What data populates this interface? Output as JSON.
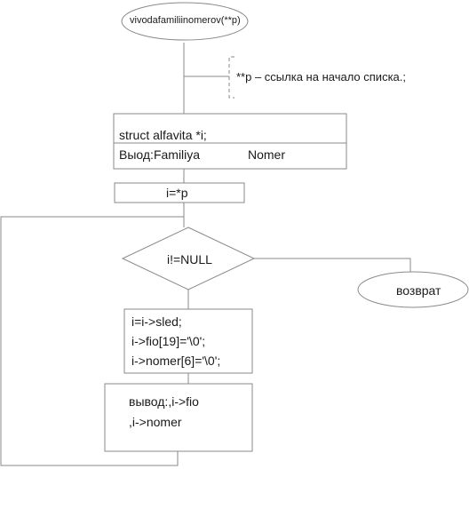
{
  "start": {
    "label": "vivodafamiliinomerov(**p)"
  },
  "comment": {
    "text": "**p – ссылка на начало списка.;"
  },
  "declare": {
    "line1": "struct alfavita *i;",
    "line2_out": "Выод:Familiya",
    "line2_col": "Nomer"
  },
  "assign": {
    "text": "i=*p"
  },
  "condition": {
    "text": "i!=NULL"
  },
  "end": {
    "label": "возврат"
  },
  "step": {
    "line1": "i=i->sled;",
    "line2": "i->fio[19]='\\0';",
    "line3": "i->nomer[6]='\\0';"
  },
  "output": {
    "line1": "вывод:,i->fio",
    "line2": ",i->nomer"
  }
}
